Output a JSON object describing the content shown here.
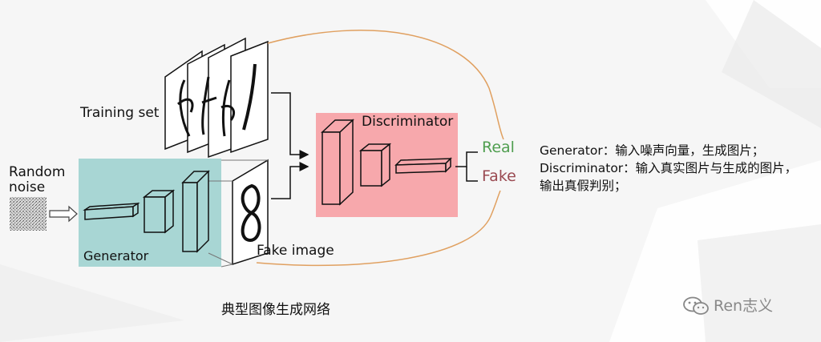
{
  "diagram": {
    "training_set_label": "Training set",
    "random_noise_line1": "Random",
    "random_noise_line2": "noise",
    "generator_label": "Generator",
    "fake_image_label": "Fake image",
    "discriminator_label": "Discriminator",
    "real_label": "Real",
    "fake_label": "Fake"
  },
  "description": {
    "line1": "Generator：输入噪声向量，生成图片；",
    "line2": "Discriminator：输入真实图片与生成的图片，",
    "line3": "输出真假判别；"
  },
  "caption": "典型图像生成网络",
  "watermark": {
    "text": "Ren志义",
    "icon": "wechat-icon"
  },
  "colors": {
    "generator_box": "#a8d6d4",
    "discriminator_box": "#f7a8ac",
    "real_text": "#4f9e4f",
    "fake_text": "#9a4a52",
    "curve": "#e0a060",
    "background": "#f6f6f6"
  }
}
